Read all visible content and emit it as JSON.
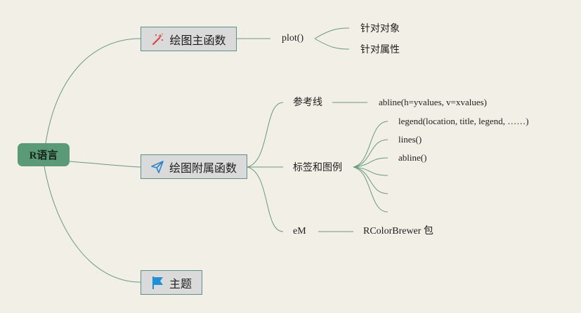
{
  "root": {
    "label": "R语言"
  },
  "branches": {
    "main": {
      "label": "绘图主函数",
      "icon": "magic-wand-icon",
      "child": {
        "label": "plot()",
        "children": [
          "针对对象",
          "针对属性"
        ]
      }
    },
    "aux": {
      "label": "绘图附属函数",
      "icon": "paper-plane-icon",
      "children": [
        {
          "label": "参考线",
          "leaf": "abline(h=yvalues, v=xvalues)"
        },
        {
          "label": "标签和图例",
          "leaves": [
            "legend(location, title, legend, ……)",
            "lines()",
            "abline()"
          ]
        },
        {
          "label": "eM",
          "leaf": "RColorBrewer 包"
        }
      ]
    },
    "theme": {
      "label": "主题",
      "icon": "flag-icon"
    }
  },
  "colors": {
    "background": "#f1efe6",
    "root_fill": "#5b9a77",
    "box_fill": "#dadada",
    "box_border": "#5f8f88",
    "edge": "#6a9a7c",
    "wand_icon": "#d64545",
    "plane_icon": "#2e86c9",
    "flag_icon": "#1f8fd8"
  }
}
